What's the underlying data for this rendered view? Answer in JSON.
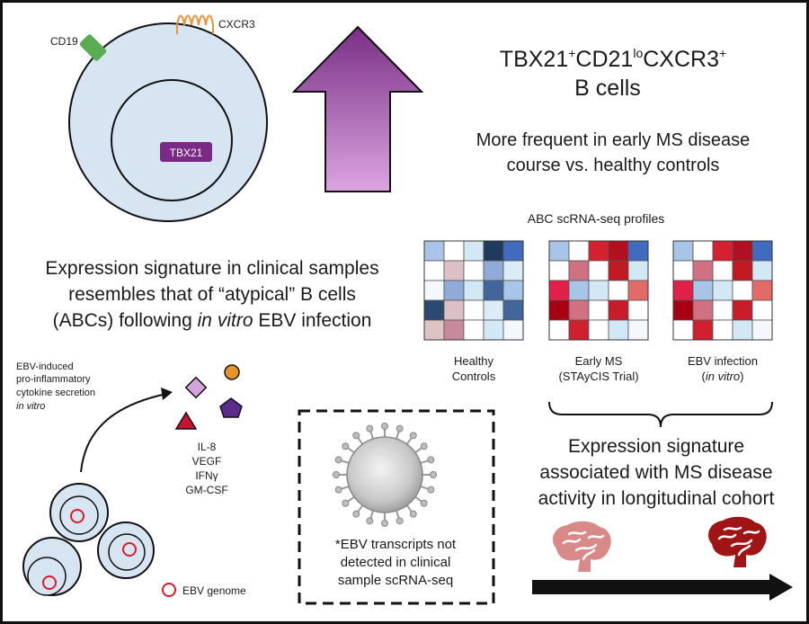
{
  "cell": {
    "cd19_label": "CD19",
    "cxcr3_label": "CXCR3",
    "tbx21_label": "TBX21"
  },
  "title": {
    "line1_parts": [
      "TBX21",
      "+",
      "CD21",
      "lo",
      "CXCR3",
      "+"
    ],
    "line2": "B cells"
  },
  "frequency_text": [
    "More frequent in early MS disease",
    "course vs. healthy controls"
  ],
  "signature_text": {
    "line1": "Expression signature in clinical samples",
    "line2": "resembles that of “atypical” B cells",
    "line3_parts": [
      "(ABCs) following ",
      "in vitro",
      " EBV infection"
    ]
  },
  "heatmaps": {
    "title": "ABC scRNA-seq profiles",
    "panels": [
      {
        "label_lines": [
          "Healthy",
          "Controls"
        ],
        "cells": [
          [
            "#a8c4e6",
            "#ffffff",
            "#d2e8f4",
            "#1f3a5c",
            "#3f6cbe"
          ],
          [
            "#ffffff",
            "#dcc0c6",
            "#ffffff",
            "#90abd8",
            "#dcecf6"
          ],
          [
            "#f4f8fc",
            "#90abd8",
            "#d2e8f4",
            "#42669c",
            "#a8c4e6"
          ],
          [
            "#2b4a72",
            "#dcc0c6",
            "#ffffff",
            "#dcecf6",
            "#42669c"
          ],
          [
            "#ddc3c3",
            "#c68a9c",
            "#ffffff",
            "#d2e8f4",
            "#f4f8fc"
          ]
        ]
      },
      {
        "label_lines": [
          "Early MS",
          "(STAyCIS Trial)"
        ],
        "cells": [
          [
            "#a8c4e6",
            "#ffffff",
            "#d42030",
            "#b01020",
            "#3f6cbe"
          ],
          [
            "#ffffff",
            "#d07080",
            "#ffffff",
            "#c11a22",
            "#d2e8f4"
          ],
          [
            "#e2204a",
            "#a8c4e6",
            "#d2e8f4",
            "#ffffff",
            "#e46a6a"
          ],
          [
            "#a80012",
            "#d07080",
            "#ffffff",
            "#c71c2a",
            "#ffffff"
          ],
          [
            "#ffffff",
            "#d02030",
            "#ffffff",
            "#d2e8f4",
            "#f4f8fc"
          ]
        ]
      },
      {
        "label_lines": [
          "EBV infection",
          "(in vitro)"
        ],
        "cells": [
          [
            "#a8c4e6",
            "#ffffff",
            "#d42030",
            "#b01020",
            "#3f6cbe"
          ],
          [
            "#ffffff",
            "#d07080",
            "#ffffff",
            "#c11a22",
            "#d2e8f4"
          ],
          [
            "#e2204a",
            "#a8c4e6",
            "#d2e8f4",
            "#ffffff",
            "#e46a6a"
          ],
          [
            "#a80012",
            "#d07080",
            "#ffffff",
            "#c71c2a",
            "#ffffff"
          ],
          [
            "#ffffff",
            "#d02030",
            "#ffffff",
            "#d2e8f4",
            "#f4f8fc"
          ]
        ]
      }
    ]
  },
  "cytokines": {
    "caption_lines": [
      "EBV-induced",
      "pro-inflammatory",
      "cytokine secretion",
      "in vitro"
    ],
    "list": [
      "IL-8",
      "VEGF",
      "IFNγ",
      "GM-CSF"
    ]
  },
  "ebv_genome_label": "EBV genome",
  "ebv_note_lines": [
    "*EBV transcripts not",
    "detected in clinical",
    "sample scRNA-seq"
  ],
  "association_text": [
    "Expression signature",
    "associated with MS disease",
    "activity in longitudinal cohort"
  ],
  "colors": {
    "cell_membrane": "#d7e4f2",
    "cd19": "#5aac52",
    "cxcr3": "#e8923a",
    "tbx21": "#7a2a84",
    "up_arrow_top": "#7a2f86",
    "up_arrow_bottom": "#dba5e0",
    "brain_early": "#d98a88",
    "brain_late": "#a01416",
    "ebv_circle": "#d81c2c",
    "pentagon": "#5b2b8e",
    "diamond": "#d4a2dc",
    "triangle": "#c61530",
    "orange_circle": "#e39625"
  }
}
